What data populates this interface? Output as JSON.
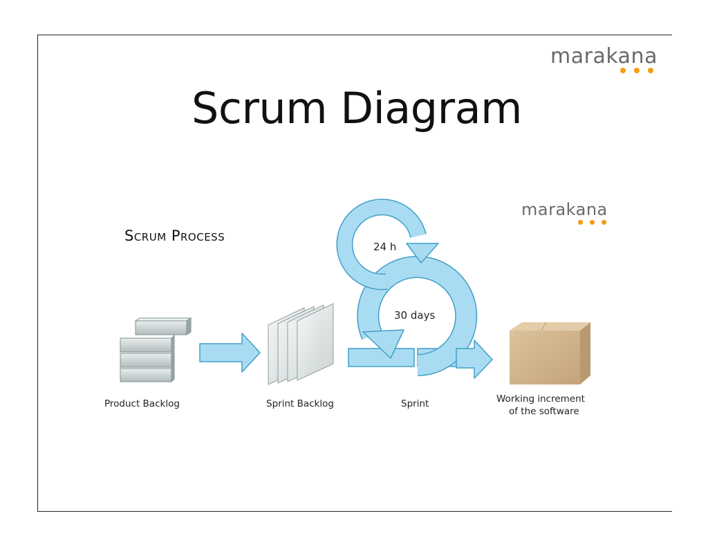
{
  "slide": {
    "title": "Scrum Diagram",
    "logo_text": "marakana"
  },
  "figure": {
    "heading": "Scrum Process",
    "logo_text": "marakana",
    "cycle_daily": "24 h",
    "cycle_sprint": "30 days",
    "stages": [
      {
        "label": "Product Backlog"
      },
      {
        "label": "Sprint Backlog"
      },
      {
        "label": "Sprint"
      },
      {
        "label_line1": "Working increment",
        "label_line2": "of the software"
      }
    ]
  },
  "colors": {
    "arrow_fill": "#a9dcf2",
    "arrow_stroke": "#3f9fc7",
    "logo_dots": "#f39c12",
    "box": "#d1b38a"
  }
}
